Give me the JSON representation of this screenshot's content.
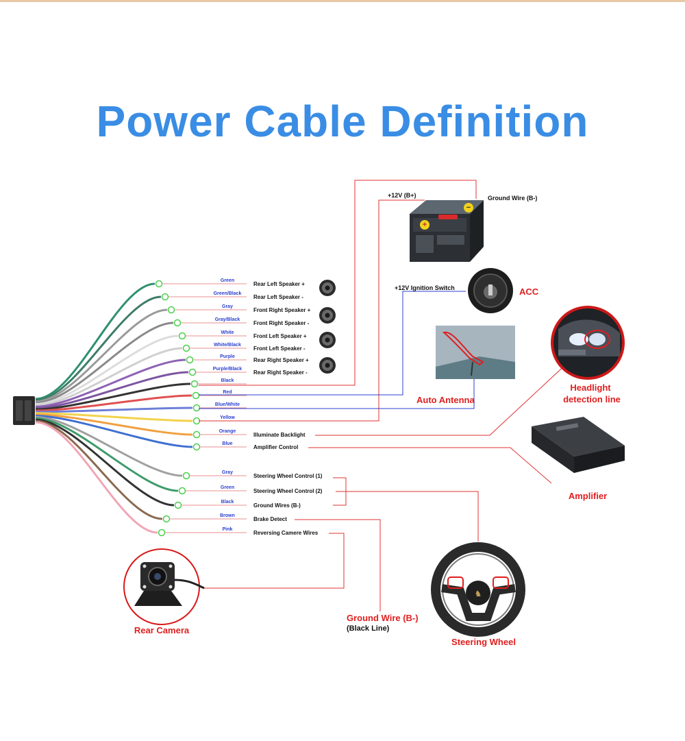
{
  "title": "Power Cable Definition",
  "wires": [
    {
      "color_name": "Green",
      "function": "Rear Left Speaker +",
      "hex": "#2f8f6f"
    },
    {
      "color_name": "Green/Black",
      "function": "Rear Left Speaker -",
      "hex": "#3d7d65"
    },
    {
      "color_name": "Gray",
      "function": "Front Right Speaker +",
      "hex": "#9a9a9a"
    },
    {
      "color_name": "Gray/Black",
      "function": "Front Right Speaker -",
      "hex": "#8a8a8a"
    },
    {
      "color_name": "White",
      "function": "Front Left Speaker +",
      "hex": "#dcdcdc"
    },
    {
      "color_name": "White/Black",
      "function": "Front Left Speaker -",
      "hex": "#cfcfcf"
    },
    {
      "color_name": "Purple",
      "function": "Rear Right Speaker +",
      "hex": "#8e62b5"
    },
    {
      "color_name": "Purple/Black",
      "function": "Rear Right Speaker -",
      "hex": "#7c55a0"
    },
    {
      "color_name": "Black",
      "function": "",
      "hex": "#333333"
    },
    {
      "color_name": "Red",
      "function": "",
      "hex": "#e05050"
    },
    {
      "color_name": "Blue/White",
      "function": "",
      "hex": "#6d7fd8"
    },
    {
      "color_name": "Yellow",
      "function": "",
      "hex": "#f2d24a"
    },
    {
      "color_name": "Orange",
      "function": "Illuminate Backlight",
      "hex": "#f0a040"
    },
    {
      "color_name": "Blue",
      "function": "Amplifier Control",
      "hex": "#3f6fd0"
    },
    {
      "color_name": "Gray",
      "function": "Steering Wheel Control (1)",
      "hex": "#a0a0a0"
    },
    {
      "color_name": "Green",
      "function": "Steering Wheel Control (2)",
      "hex": "#3f9a6a"
    },
    {
      "color_name": "Black",
      "function": "Ground Wires (B-)",
      "hex": "#333333"
    },
    {
      "color_name": "Brown",
      "function": "Brake Detect",
      "hex": "#8b6a4f"
    },
    {
      "color_name": "Pink",
      "function": "Reversing Camere Wires",
      "hex": "#f0a6b6"
    }
  ],
  "labels": {
    "battery_pos": "+12V  (B+)",
    "ground_top": "Ground Wire (B-)",
    "ignition": "+12V  Ignition Switch",
    "acc": "ACC",
    "antenna": "Auto Antenna",
    "headlight_1": "Headlight",
    "headlight_2": "detection line",
    "amplifier": "Amplifier",
    "steering": "Steering Wheel",
    "rear_camera": "Rear Camera",
    "ground_bottom_1": "Ground Wire (B-)",
    "ground_bottom_2": "(Black Line)"
  },
  "colors": {
    "title": "#3a8de4",
    "accent_red": "#e01e1e",
    "connector_blue": "#2b3fd0"
  }
}
